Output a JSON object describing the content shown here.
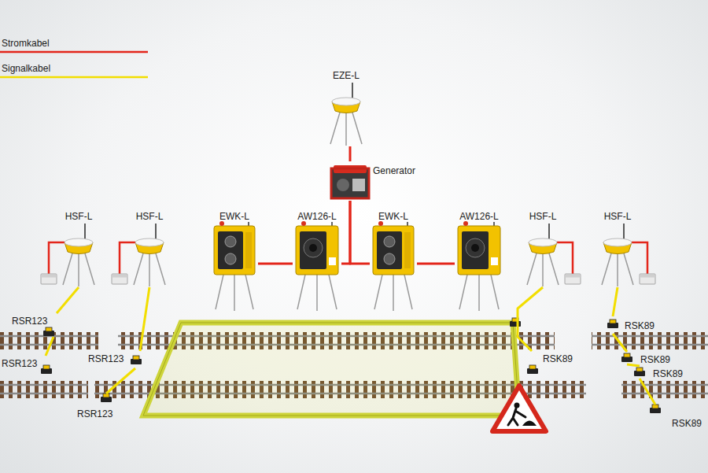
{
  "diagram": {
    "nodes": [
      {
        "text": [
          "EZE-L"
        ]
      },
      {
        "text": [
          "Generator"
        ]
      },
      {
        "text": [
          "HSF-L"
        ]
      },
      {
        "text": [
          "HSF-L"
        ]
      },
      {
        "text": [
          "EWK-L"
        ]
      },
      {
        "text": [
          "AW126-L"
        ]
      },
      {
        "text": [
          "EWK-L"
        ]
      },
      {
        "text": [
          "AW126-L"
        ]
      },
      {
        "text": [
          "HSF-L"
        ]
      },
      {
        "text": [
          "HSF-L"
        ]
      },
      {
        "text": [
          "RSR123"
        ]
      },
      {
        "text": [
          "RSR123"
        ]
      },
      {
        "text": [
          "RSR123"
        ]
      },
      {
        "text": [
          "RSR123"
        ]
      },
      {
        "text": [
          "RSK89"
        ]
      },
      {
        "text": [
          "RSK89"
        ]
      },
      {
        "text": [
          "RSK89"
        ]
      },
      {
        "text": [
          "RSK89"
        ]
      },
      {
        "text": [
          "RSK89"
        ]
      }
    ],
    "edges": [
      {
        "from": 0,
        "to": 1,
        "arrow": "none"
      },
      {
        "from": 4,
        "to": 5,
        "arrow": "none"
      },
      {
        "from": 1,
        "to": 5,
        "arrow": "none"
      },
      {
        "from": 1,
        "to": 6,
        "arrow": "none"
      },
      {
        "from": 6,
        "to": 7,
        "arrow": "none"
      },
      {
        "from": 2,
        "to": 10,
        "arrow": "none"
      },
      {
        "from": 10,
        "to": 11,
        "arrow": "none"
      },
      {
        "from": 3,
        "to": 12,
        "arrow": "none"
      },
      {
        "from": 12,
        "to": 13,
        "arrow": "none"
      },
      {
        "from": 8,
        "to": 15,
        "arrow": "none"
      },
      {
        "from": 9,
        "to": 14,
        "arrow": "none"
      },
      {
        "from": 14,
        "to": 16,
        "arrow": "none"
      },
      {
        "from": 16,
        "to": 17,
        "arrow": "none"
      },
      {
        "from": 17,
        "to": 18,
        "arrow": "none"
      }
    ],
    "legend": [
      {
        "text": "Stromkabel"
      },
      {
        "text": "Signalkabel"
      }
    ]
  }
}
